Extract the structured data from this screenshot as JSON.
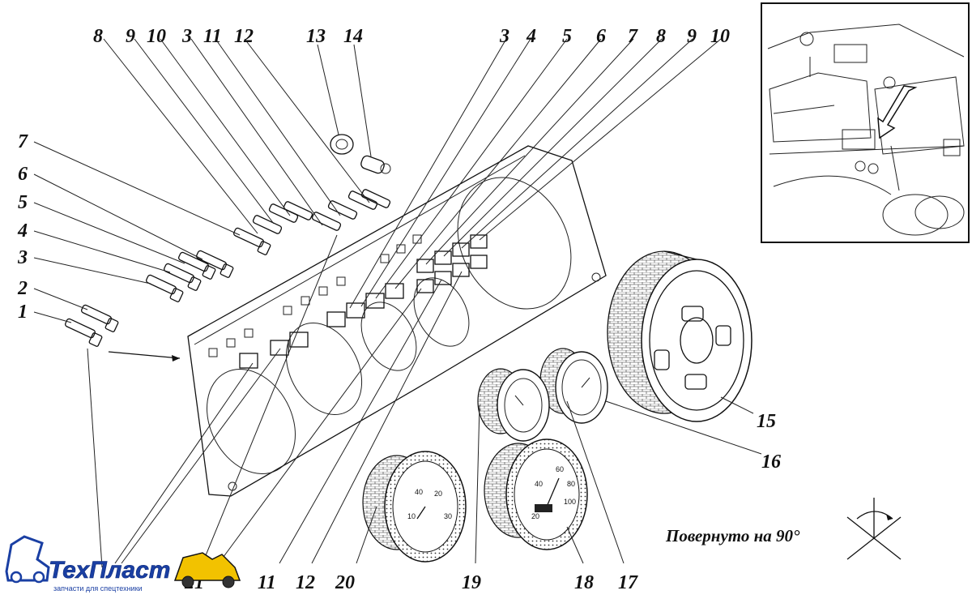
{
  "callouts": [
    {
      "id": "c8a",
      "label": "8"
    },
    {
      "id": "c9a",
      "label": "9"
    },
    {
      "id": "c10a",
      "label": "10"
    },
    {
      "id": "c3a",
      "label": "3"
    },
    {
      "id": "c11a",
      "label": "11"
    },
    {
      "id": "c12a",
      "label": "12"
    },
    {
      "id": "c13",
      "label": "13"
    },
    {
      "id": "c14",
      "label": "14"
    },
    {
      "id": "c3b",
      "label": "3"
    },
    {
      "id": "c4b",
      "label": "4"
    },
    {
      "id": "c5b",
      "label": "5"
    },
    {
      "id": "c6b",
      "label": "6"
    },
    {
      "id": "c7b",
      "label": "7"
    },
    {
      "id": "c8b",
      "label": "8"
    },
    {
      "id": "c9b",
      "label": "9"
    },
    {
      "id": "c10b",
      "label": "10"
    },
    {
      "id": "c7l",
      "label": "7"
    },
    {
      "id": "c6l",
      "label": "6"
    },
    {
      "id": "c5l",
      "label": "5"
    },
    {
      "id": "c4l",
      "label": "4"
    },
    {
      "id": "c3l",
      "label": "3"
    },
    {
      "id": "c2l",
      "label": "2"
    },
    {
      "id": "c1l",
      "label": "1"
    },
    {
      "id": "c15",
      "label": "15"
    },
    {
      "id": "c16",
      "label": "16"
    },
    {
      "id": "c21",
      "label": "21"
    },
    {
      "id": "c11b",
      "label": "11"
    },
    {
      "id": "c12b",
      "label": "12"
    },
    {
      "id": "c20",
      "label": "20"
    },
    {
      "id": "c19",
      "label": "19"
    },
    {
      "id": "c18",
      "label": "18"
    },
    {
      "id": "c17",
      "label": "17"
    }
  ],
  "rotation_note": "Повернуто на 90°",
  "logo": {
    "name": "ТехПласт",
    "tagline": "запчасти для спецтехники",
    "colors": {
      "primary": "#1a3fa3",
      "accent": "#f2c200"
    }
  },
  "gauge_scales": {
    "gauge_20": [
      "10",
      "20",
      "30",
      "40"
    ],
    "gauge_18": [
      "20",
      "40",
      "60",
      "80",
      "100"
    ]
  }
}
